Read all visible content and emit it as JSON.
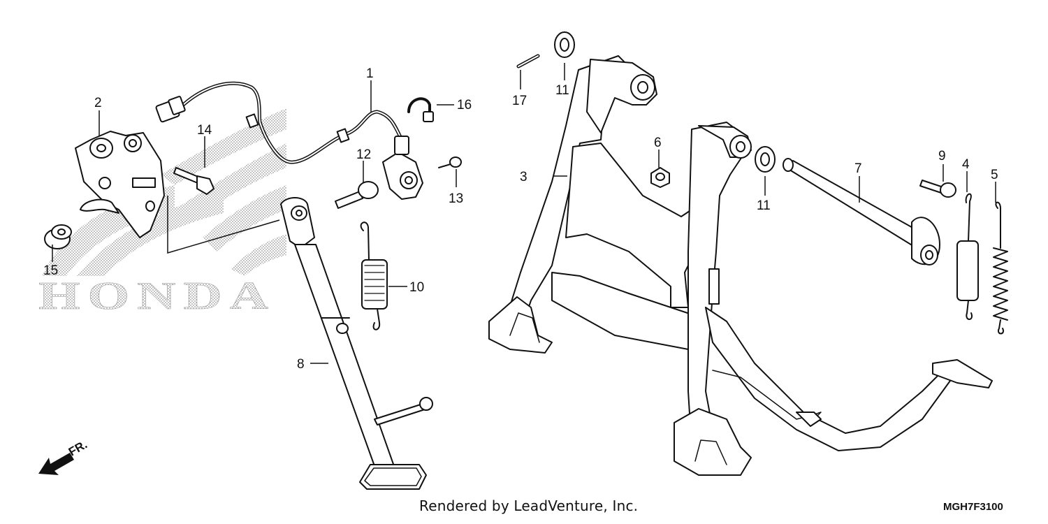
{
  "watermark": {
    "brand_text": "HONDA"
  },
  "callouts": [
    {
      "id": "c1",
      "text": "1"
    },
    {
      "id": "c2",
      "text": "2"
    },
    {
      "id": "c3",
      "text": "3"
    },
    {
      "id": "c4",
      "text": "4"
    },
    {
      "id": "c5",
      "text": "5"
    },
    {
      "id": "c6",
      "text": "6"
    },
    {
      "id": "c7",
      "text": "7"
    },
    {
      "id": "c8",
      "text": "8"
    },
    {
      "id": "c9",
      "text": "9"
    },
    {
      "id": "c10",
      "text": "10"
    },
    {
      "id": "c11a",
      "text": "11"
    },
    {
      "id": "c11b",
      "text": "11"
    },
    {
      "id": "c12",
      "text": "12"
    },
    {
      "id": "c13",
      "text": "13"
    },
    {
      "id": "c14",
      "text": "14"
    },
    {
      "id": "c15",
      "text": "15"
    },
    {
      "id": "c16",
      "text": "16"
    },
    {
      "id": "c17",
      "text": "17"
    }
  ],
  "front_indicator": {
    "text": "FR."
  },
  "footer": {
    "credit": "Rendered by LeadVenture, Inc.",
    "diagram_code": "MGH7F3100"
  }
}
